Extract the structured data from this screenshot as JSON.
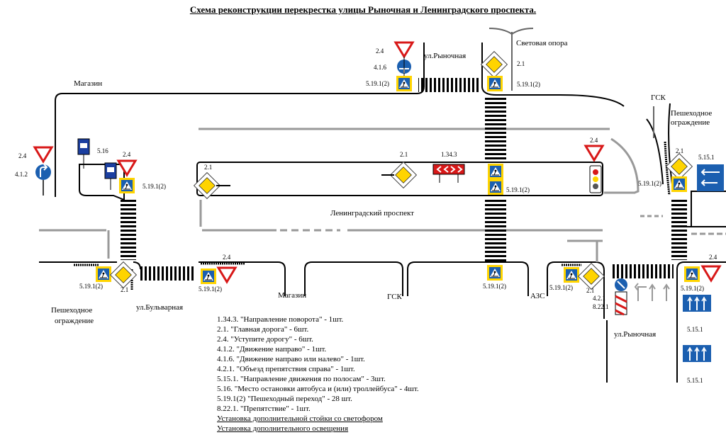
{
  "title": "Схема реконструкции перекрестка улицы Рыночная и Ленинградского проспекта.",
  "streets": {
    "rynochnaya_top": "ул.Рыночная",
    "rynochnaya_bottom": "ул.Рыночная",
    "bulvarnaya": "ул.Бульварная",
    "leningradsky": "Ленинградский проспект"
  },
  "places": {
    "magazin_top": "Магазин",
    "magazin_bottom": "Магазин",
    "gsk_top": "ГСК",
    "gsk_bottom": "ГСК",
    "azs": "АЗС",
    "light_pole": "Световая опора",
    "fence_right_1": "Пешеходное",
    "fence_right_2": "ограждение",
    "fence_left_1": "Пешеходное",
    "fence_left_2": "ограждение"
  },
  "sign_codes": {
    "c24_a": "2.4",
    "c416": "4.1.6",
    "c5191_a": "5.19.1(2)",
    "c21_a": "2.1",
    "c5191_b": "5.19.1(2)",
    "c24_b": "2.4",
    "c412": "4.1.2",
    "c516": "5.16",
    "c24_c": "2.4",
    "c5191_c": "5.19.1(2)",
    "c21_b": "2.1",
    "c21_c": "2.1",
    "c13443": "1.34.3",
    "c5191_d": "5.19.1(2)",
    "c24_d": "2.4",
    "c21_d": "2.1",
    "c5151_a": "5.15.1",
    "c5191_e": "5.19.1(2)",
    "c5191_f": "5.19.1(2)",
    "c21_e": "2.1",
    "c24_e": "2.4",
    "c5191_g": "5.19.1(2)",
    "c5191_h": "5.19.1(2)",
    "c5191_i": "5.19.1(2)",
    "c21_f": "2.1",
    "c421": "4.2.1",
    "c8221": "8.22.1",
    "c24_f": "2.4",
    "c5191_j": "5.19.1(2)",
    "c5151_b": "5.15.1",
    "c5151_c": "5.15.1"
  },
  "legend": [
    "1.34.3. \"Направление поворота\" - 1шт.",
    "2.1. \"Главная дорога\" - 6шт.",
    "2.4. \"Уступите дорогу\" - 6шт.",
    "4.1.2. \"Движение направо\" - 1шт.",
    "4.1.6. \"Движение направо или налево\" - 1шт.",
    "4.2.1. \"Объезд препятствия справа\" - 1шт.",
    "5.15.1. \"Направление движения по полосам\" - 3шт.",
    "5.16. \"Место остановки автобуса и (или) троллейбуса\" - 4шт.",
    "5.19.1(2) \"Пешеходный переход\" - 28 шт.",
    "8.22.1. \"Препятствие\" - 1шт."
  ],
  "legend_extra": [
    "Установка дополнительной стойки со светофором",
    "Установка дополнительного освещения"
  ],
  "colors": {
    "sign_blue": "#1b5fb0",
    "sign_red": "#d81818",
    "sign_yellow": "#ffd400",
    "stop_blue": "#1b3fa0"
  }
}
